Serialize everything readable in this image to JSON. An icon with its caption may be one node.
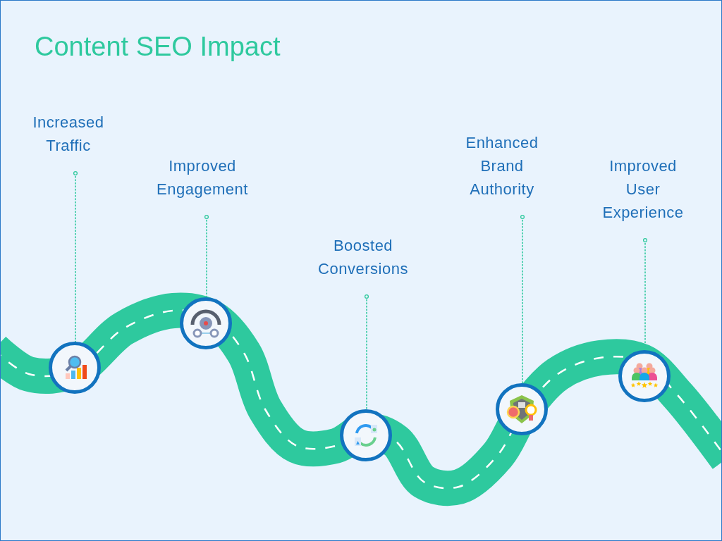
{
  "diagram": {
    "title": "Content SEO Impact",
    "nodes": [
      {
        "text": [
          "Increased Traffic"
        ]
      },
      {
        "text": [
          "Improved Engagement"
        ]
      },
      {
        "text": [
          "Boosted Conversions"
        ]
      },
      {
        "text": [
          "Enhanced Brand Authority"
        ]
      },
      {
        "text": [
          "Improved User Experience"
        ]
      },
      {
        "text": [],
        "shape": "circle"
      },
      {
        "text": [],
        "shape": "circle"
      },
      {
        "text": [],
        "shape": "circle"
      },
      {
        "text": [],
        "shape": "circle"
      },
      {
        "text": [],
        "shape": "circle"
      }
    ],
    "edges": [
      {
        "from": 0,
        "to": 5,
        "arrow": "other",
        "style": "dashed"
      },
      {
        "from": 1,
        "to": 6,
        "arrow": "other",
        "style": "dashed"
      },
      {
        "from": 2,
        "to": 7,
        "arrow": "other",
        "style": "dashed"
      },
      {
        "from": 3,
        "to": 8,
        "arrow": "other",
        "style": "dashed"
      },
      {
        "from": 4,
        "to": 9,
        "arrow": "other",
        "style": "dashed"
      }
    ]
  }
}
